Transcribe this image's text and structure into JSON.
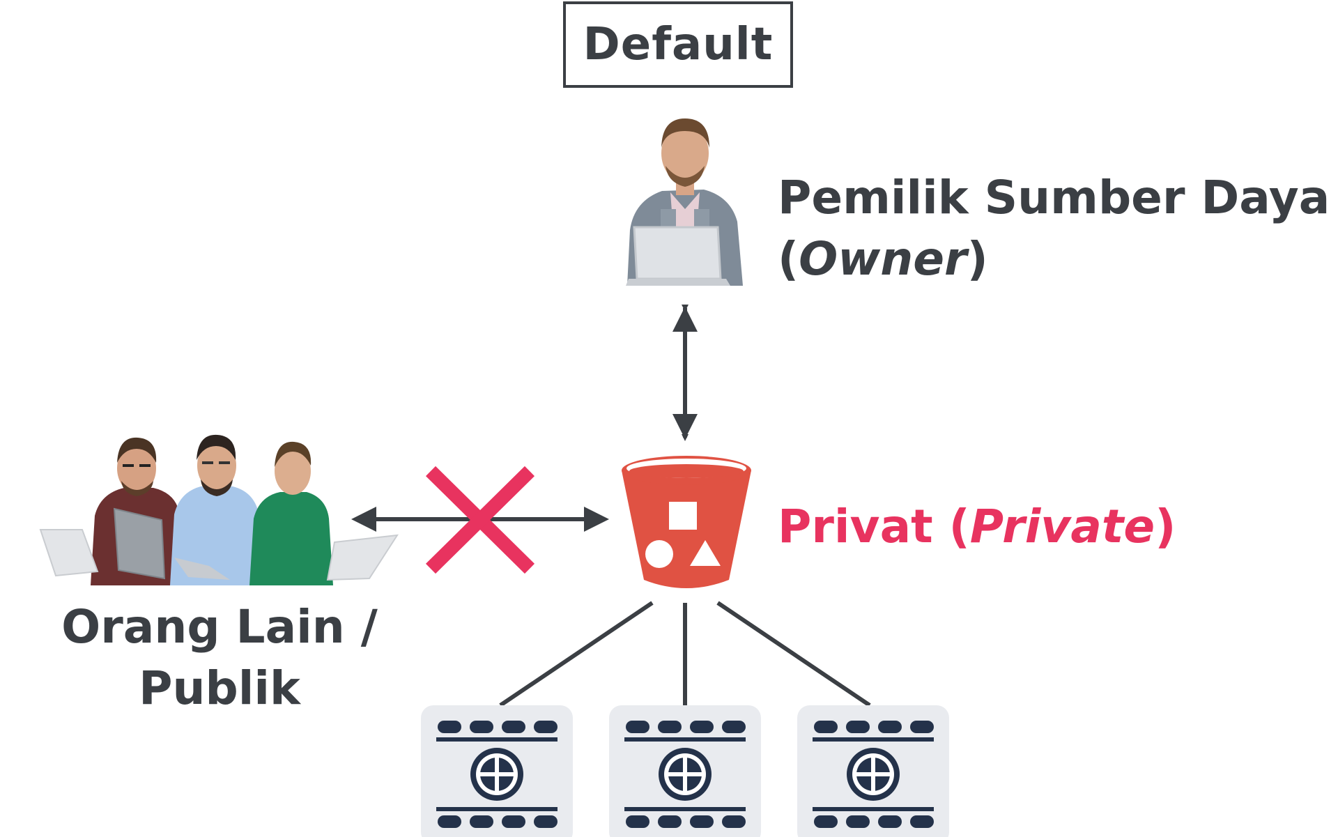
{
  "title": "Default",
  "owner": {
    "label_line1": "Pemilik Sumber Daya",
    "label_open": "(",
    "label_italic": "Owner",
    "label_close": ")"
  },
  "bucket": {
    "label_main": "Privat (",
    "label_italic": "Private",
    "label_close": ")"
  },
  "public": {
    "label_line1": "Orang Lain /",
    "label_line2": "Publik"
  },
  "colors": {
    "dark": "#3b3f44",
    "accent": "#e8335f",
    "bucket": "#e05243",
    "tile": "#e9ebef",
    "navy": "#24324a"
  },
  "icons": [
    "owner-person-icon",
    "public-people-icon",
    "bucket-icon",
    "video-object-icon",
    "deny-x-icon"
  ]
}
